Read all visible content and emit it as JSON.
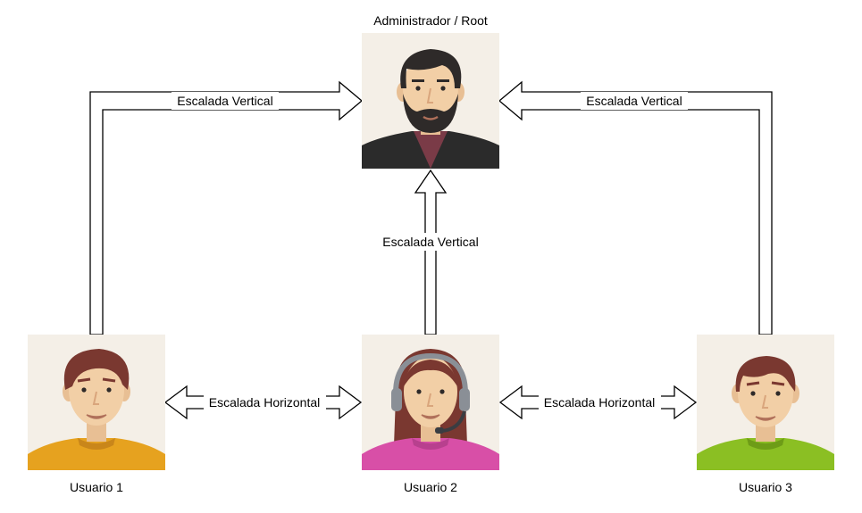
{
  "nodes": {
    "admin": {
      "label": "Administrador / Root",
      "icon": "admin-avatar-icon",
      "bg": "#f4efe7",
      "shirt": "#2b2b2b",
      "accent": "#7a3b47"
    },
    "user1": {
      "label": "Usuario 1",
      "icon": "user1-avatar-icon",
      "bg": "#f4efe7",
      "shirt": "#e6a21f"
    },
    "user2": {
      "label": "Usuario 2",
      "icon": "user2-avatar-icon",
      "bg": "#f4efe7",
      "shirt": "#d84fa7"
    },
    "user3": {
      "label": "Usuario 3",
      "icon": "user3-avatar-icon",
      "bg": "#f4efe7",
      "shirt": "#8bbf23"
    }
  },
  "edges": {
    "user1_to_admin": {
      "label": "Escalada Vertical",
      "type": "vertical"
    },
    "user3_to_admin": {
      "label": "Escalada Vertical",
      "type": "vertical"
    },
    "user2_to_admin": {
      "label": "Escalada Vertical",
      "type": "vertical"
    },
    "user1_user2": {
      "label": "Escalada Horizontal",
      "type": "horizontal"
    },
    "user2_user3": {
      "label": "Escalada Horizontal",
      "type": "horizontal"
    }
  },
  "colors": {
    "skin": "#f2cfa6",
    "hair_dark": "#2e2a29",
    "hair_brown": "#7a3830",
    "arrow_stroke": "#000000",
    "arrow_fill": "#ffffff"
  }
}
